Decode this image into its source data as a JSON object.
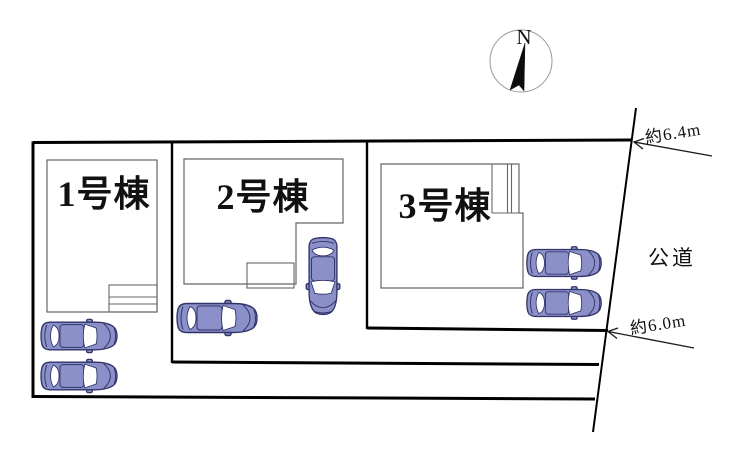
{
  "compass": {
    "north_label": "N"
  },
  "buildings": [
    {
      "label": "1号棟"
    },
    {
      "label": "2号棟"
    },
    {
      "label": "3号棟"
    }
  ],
  "road": {
    "name": "公道",
    "frontage_top": "約6.4m",
    "frontage_bottom": "約6.0m"
  },
  "colors": {
    "boundary": "#000000",
    "building_line": "#666666",
    "car_body": "#8b90c9",
    "car_window": "#ffffff",
    "car_outline": "#303468"
  }
}
